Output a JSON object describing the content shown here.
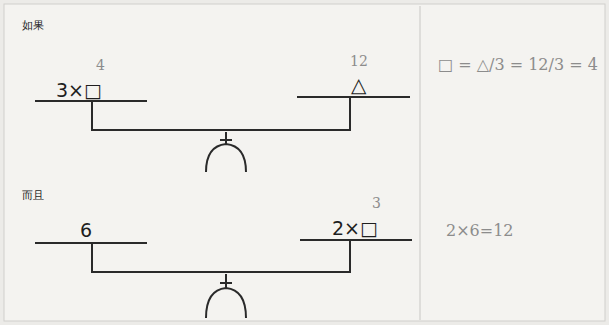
{
  "diagram": {
    "labels": [
      "如果",
      "3×□",
      "4",
      "△",
      "12",
      "□ = △/3 = 12/3 = 4",
      "而且",
      "6",
      "2×□",
      "3",
      "2×6=12"
    ]
  }
}
